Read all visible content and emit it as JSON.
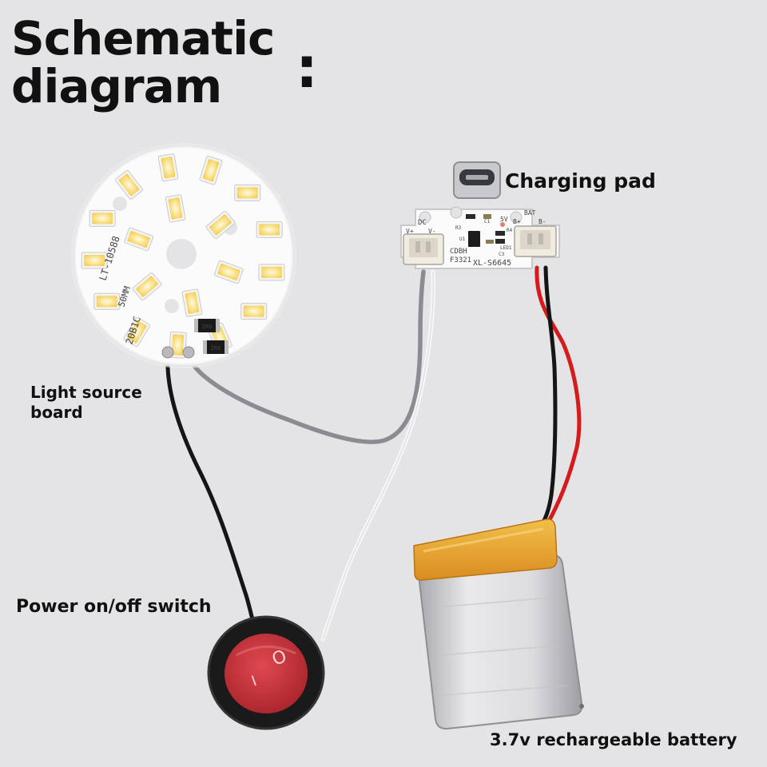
{
  "title": {
    "line1": "Schematic",
    "line2": "diagram",
    "colon": ":"
  },
  "labels": {
    "charging_pad": "Charging pad",
    "light_source_board": "Light source board",
    "power_switch": "Power on/off switch",
    "battery": "3.7v rechargeable battery"
  },
  "led_board_markings": {
    "model": "LT-10588",
    "size": "50MM",
    "spec": "20B1C",
    "resistor_code": "2R0"
  },
  "charging_board_markings": {
    "dc_port": "DC",
    "v_plus": "V+",
    "v_minus": "V-",
    "bat_port": "BAT",
    "b_plus": "B+",
    "b_minus": "B-",
    "five_v": "5V",
    "r3": "R3",
    "r4": "R4",
    "c1": "C1",
    "c3": "C3",
    "u1": "U1",
    "led1": "LED1",
    "code1": "CDBH",
    "code2": "F3321",
    "model": "XL-S6645"
  },
  "switch_markings": {
    "off_symbol": "O",
    "on_symbol": "I"
  },
  "colors": {
    "background": "#e4e4e6",
    "led_chip": "#f7d46a",
    "switch_red": "#c4333a",
    "battery_tape": "#e8a532",
    "wire_red": "#d41c1c",
    "wire_black": "#151515",
    "wire_gray": "#8c8a93",
    "wire_white": "#f6f6f6"
  }
}
